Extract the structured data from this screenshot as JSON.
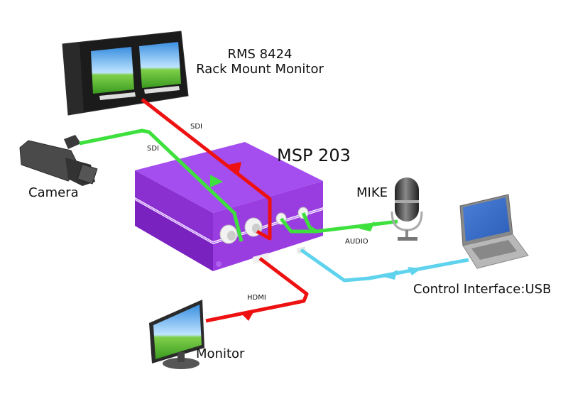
{
  "diagram": {
    "title": "MSP 203",
    "devices": {
      "rack_monitor": {
        "name": "RMS 8424",
        "subtitle": "Rack Mount Monitor"
      },
      "camera": {
        "name": "Camera"
      },
      "microphone": {
        "name": "MIKE"
      },
      "laptop": {
        "name": "Control Interface:USB"
      },
      "monitor": {
        "name": "Monitor"
      }
    },
    "connections": [
      {
        "id": "camera-sdi",
        "label": "SDI",
        "from": "Camera",
        "to": "MSP 203",
        "color": "#3ee03e"
      },
      {
        "id": "rack-sdi",
        "label": "SDI",
        "from": "MSP 203",
        "to": "RMS 8424",
        "color": "#ee1111"
      },
      {
        "id": "mic-audio",
        "label": "AUDIO",
        "from": "MIKE",
        "to": "MSP 203",
        "color": "#3ee03e"
      },
      {
        "id": "usb-control",
        "label": "",
        "from": "MSP 203",
        "to": "Control Interface:USB",
        "color": "#5fd3ee",
        "bidirectional": true
      },
      {
        "id": "monitor-hdmi",
        "label": "HDMI",
        "from": "MSP 203",
        "to": "Monitor",
        "color": "#ee1111"
      }
    ],
    "colors": {
      "device_body": "#9a3de0",
      "device_top": "#a44ef0",
      "device_dark": "#7a22c0",
      "sdi_green": "#3ee03e",
      "sdi_red": "#ee1111",
      "usb_blue": "#5fd3ee"
    }
  }
}
